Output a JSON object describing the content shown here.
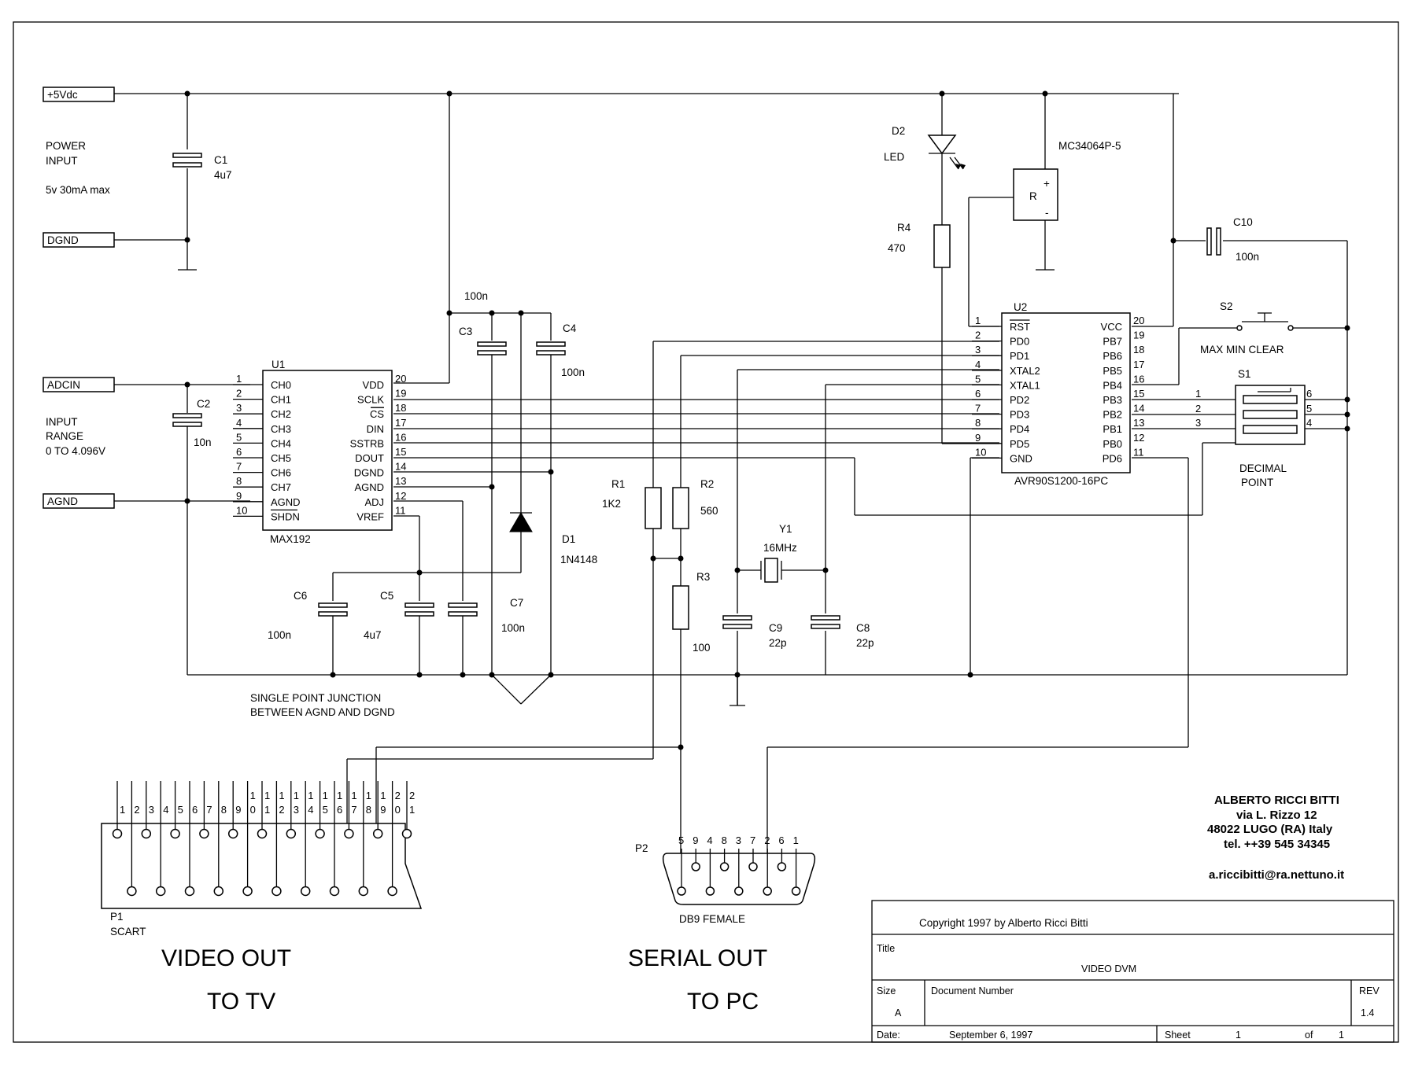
{
  "ports": {
    "vdc": "+5Vdc",
    "dgnd": "DGND",
    "adcin": "ADCIN",
    "agnd": "AGND"
  },
  "notes": {
    "power_line1": "POWER",
    "power_line2": "INPUT",
    "power_spec": "5v 30mA max",
    "range_line1": "INPUT",
    "range_line2": "RANGE",
    "range_line3": "0 TO 4.096V",
    "junction_line1": "SINGLE POINT JUNCTION",
    "junction_line2": "BETWEEN AGND AND DGND"
  },
  "components": {
    "c1": {
      "ref": "C1",
      "value": "4u7"
    },
    "c2": {
      "ref": "C2",
      "value": "10n"
    },
    "c3": {
      "ref": "C3",
      "value": "100n"
    },
    "c4": {
      "ref": "C4",
      "value": "100n"
    },
    "c5": {
      "ref": "C5",
      "value": "4u7"
    },
    "c6": {
      "ref": "C6",
      "value": "100n"
    },
    "c7": {
      "ref": "C7",
      "value": "100n"
    },
    "c8": {
      "ref": "C8",
      "value": "22p"
    },
    "c9": {
      "ref": "C9",
      "value": "22p"
    },
    "c10": {
      "ref": "C10",
      "value": "100n"
    },
    "r1": {
      "ref": "R1",
      "value": "1K2"
    },
    "r2": {
      "ref": "R2",
      "value": "560"
    },
    "r3": {
      "ref": "R3",
      "value": "100"
    },
    "r4": {
      "ref": "R4",
      "value": "470"
    },
    "d1": {
      "ref": "D1",
      "value": "1N4148"
    },
    "d2": {
      "ref": "D2",
      "value": "LED"
    },
    "y1": {
      "ref": "Y1",
      "value": "16MHz"
    },
    "s2": {
      "ref": "S2",
      "value": "MAX MIN CLEAR"
    },
    "s1": {
      "ref": "S1",
      "value_line1": "DECIMAL",
      "value_line2": "POINT"
    },
    "reset": {
      "ref": "MC34064P-5",
      "r": "R",
      "plus": "+",
      "minus": "-"
    }
  },
  "u1": {
    "ref": "U1",
    "part": "MAX192",
    "left_pins": [
      {
        "num": "1",
        "name": "CH0"
      },
      {
        "num": "2",
        "name": "CH1"
      },
      {
        "num": "3",
        "name": "CH2"
      },
      {
        "num": "4",
        "name": "CH3"
      },
      {
        "num": "5",
        "name": "CH4"
      },
      {
        "num": "6",
        "name": "CH5"
      },
      {
        "num": "7",
        "name": "CH6"
      },
      {
        "num": "8",
        "name": "CH7"
      },
      {
        "num": "9",
        "name": "AGND"
      },
      {
        "num": "10",
        "name": "SHDN"
      }
    ],
    "right_pins": [
      {
        "num": "20",
        "name": "VDD"
      },
      {
        "num": "19",
        "name": "SCLK"
      },
      {
        "num": "18",
        "name": "CS"
      },
      {
        "num": "17",
        "name": "DIN"
      },
      {
        "num": "16",
        "name": "SSTRB"
      },
      {
        "num": "15",
        "name": "DOUT"
      },
      {
        "num": "14",
        "name": "DGND"
      },
      {
        "num": "13",
        "name": "AGND"
      },
      {
        "num": "12",
        "name": "ADJ"
      },
      {
        "num": "11",
        "name": "VREF"
      }
    ]
  },
  "u2": {
    "ref": "U2",
    "part": "AVR90S1200-16PC",
    "left_pins": [
      {
        "num": "1",
        "name": "RST"
      },
      {
        "num": "2",
        "name": "PD0"
      },
      {
        "num": "3",
        "name": "PD1"
      },
      {
        "num": "4",
        "name": "XTAL2"
      },
      {
        "num": "5",
        "name": "XTAL1"
      },
      {
        "num": "6",
        "name": "PD2"
      },
      {
        "num": "7",
        "name": "PD3"
      },
      {
        "num": "8",
        "name": "PD4"
      },
      {
        "num": "9",
        "name": "PD5"
      },
      {
        "num": "10",
        "name": "GND"
      }
    ],
    "right_pins": [
      {
        "num": "20",
        "name": "VCC"
      },
      {
        "num": "19",
        "name": "PB7"
      },
      {
        "num": "18",
        "name": "PB6"
      },
      {
        "num": "17",
        "name": "PB5"
      },
      {
        "num": "16",
        "name": "PB4"
      },
      {
        "num": "15",
        "name": "PB3"
      },
      {
        "num": "14",
        "name": "PB2"
      },
      {
        "num": "13",
        "name": "PB1"
      },
      {
        "num": "12",
        "name": "PB0"
      },
      {
        "num": "11",
        "name": "PD6"
      }
    ]
  },
  "s1_pins": {
    "l1": "1",
    "l2": "2",
    "l3": "3",
    "r6": "6",
    "r5": "5",
    "r4": "4"
  },
  "p1": {
    "ref": "P1",
    "name": "SCART",
    "pins": [
      "1",
      "2",
      "3",
      "4",
      "5",
      "6",
      "7",
      "8",
      "9",
      "10",
      "11",
      "12",
      "13",
      "14",
      "15",
      "16",
      "17",
      "18",
      "19",
      "20",
      "21"
    ]
  },
  "p2": {
    "ref": "P2",
    "name": "DB9 FEMALE",
    "pins": [
      "5",
      "9",
      "4",
      "8",
      "3",
      "7",
      "2",
      "6",
      "1"
    ]
  },
  "captions": {
    "video_out": "VIDEO OUT",
    "to_tv": "TO TV",
    "serial_out": "SERIAL OUT",
    "to_pc": "TO PC"
  },
  "author": {
    "name": "ALBERTO RICCI BITTI",
    "street": "via L. Rizzo 12",
    "city": "48022   LUGO   (RA) Italy",
    "phone": "tel. ++39 545 34345",
    "email": "a.riccibitti@ra.nettuno.it"
  },
  "title_block": {
    "copyright": "Copyright 1997 by Alberto Ricci Bitti",
    "title_label": "Title",
    "title": "VIDEO DVM",
    "size_label": "Size",
    "size": "A",
    "docnum_label": "Document Number",
    "rev_label": "REV",
    "rev": "1.4",
    "date_label": "Date:",
    "date": "September  6, 1997",
    "sheet_label": "Sheet",
    "sheet": "1",
    "of_label": "of",
    "of": "1"
  }
}
